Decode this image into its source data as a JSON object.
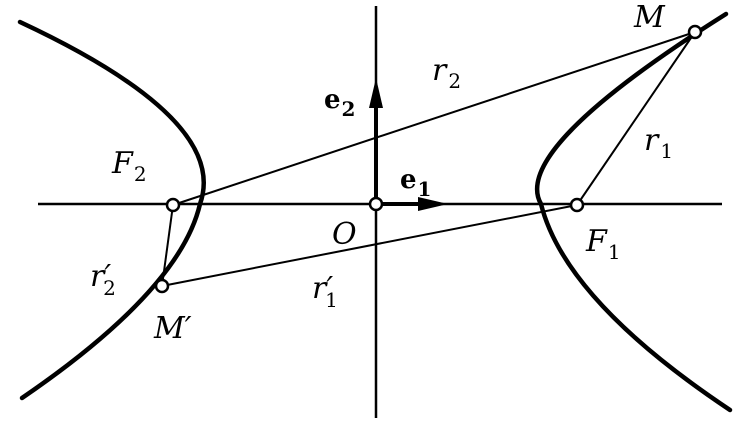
{
  "labels": {
    "M": "M",
    "r2": "r",
    "r2_sub": "2",
    "e2": "e",
    "e2_sub": "2",
    "r1": "r",
    "r1_sub": "1",
    "F2": "F",
    "F2_sub": "2",
    "e1": "e",
    "e1_sub": "1",
    "O": "O",
    "F1": "F",
    "F1_sub": "1",
    "r2p": "r′",
    "r2p_sub": "2",
    "r1p": "r′",
    "r1p_sub": "1",
    "Mp": "M′"
  }
}
